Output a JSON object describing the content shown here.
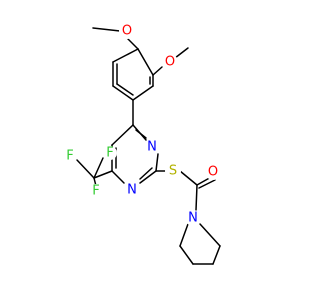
{
  "molecule": {
    "atom_labels": {
      "o_methoxy_top": "O",
      "o_methoxy_right": "O",
      "n_pyrimidine_upper": "N",
      "n_pyrimidine_lower": "N",
      "s_thioether": "S",
      "o_carbonyl": "O",
      "n_piperidine": "N",
      "f_top": "F",
      "f_left": "F",
      "f_bottom": "F"
    },
    "colors": {
      "bond": "#000000",
      "oxygen": "#ff0000",
      "nitrogen": "#0000ff",
      "sulfur": "#b2b200",
      "fluorine": "#33cc33"
    }
  }
}
